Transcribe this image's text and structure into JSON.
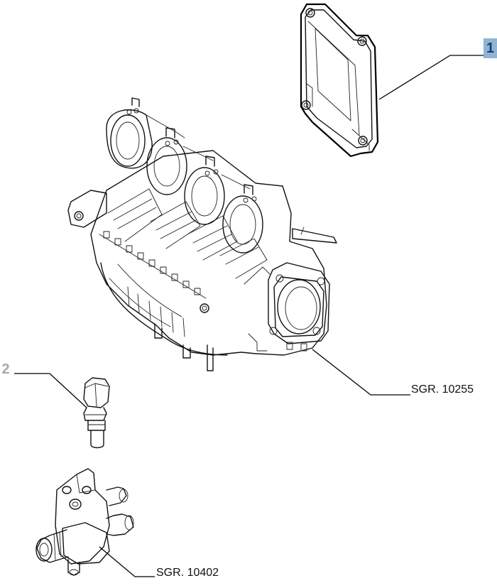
{
  "callouts": {
    "part1": "1",
    "part2": "2"
  },
  "references": {
    "manifold": "SGR. 10255",
    "fitting": "SGR. 10402"
  },
  "colors": {
    "badge_fill": "#8fb4d4",
    "badge_text": "#1c3f66",
    "badge_inactive_text": "#a9a9a9",
    "line": "#111111"
  }
}
